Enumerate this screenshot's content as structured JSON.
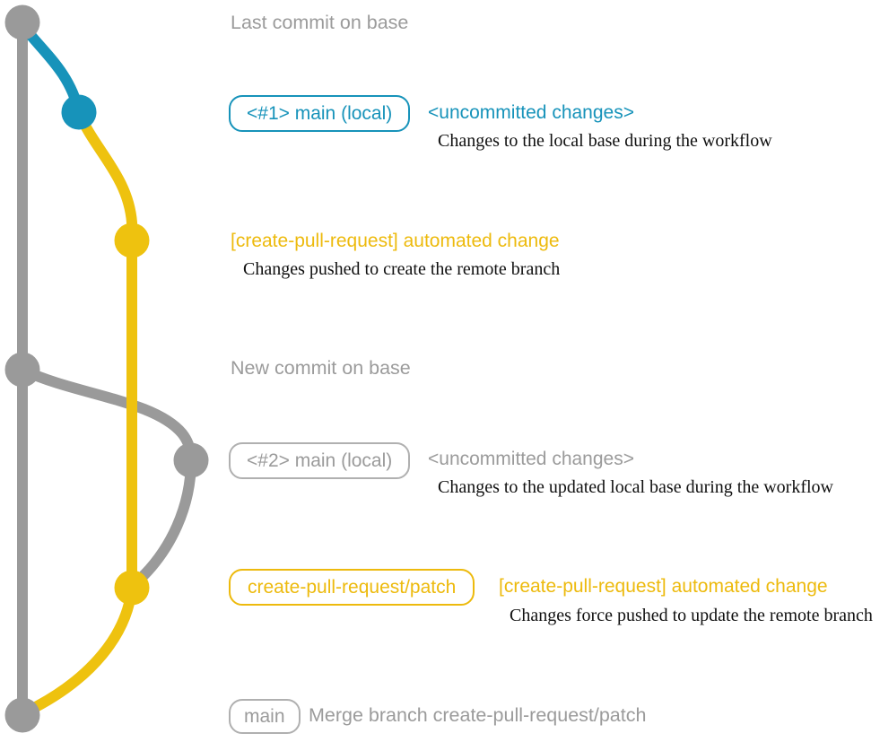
{
  "graph": {
    "colors": {
      "base_branch": "#9a9a9a",
      "local_branch": "#1793ba",
      "remote_branch": "#eec20f"
    }
  },
  "labels": {
    "last_commit": "Last commit on base",
    "new_commit": "New commit on base"
  },
  "rows": {
    "r1": {
      "badge": "<#1> main (local)",
      "status": "<uncommitted changes>",
      "note": "Changes to the local base during the workflow"
    },
    "r2": {
      "heading": "[create-pull-request] automated change",
      "note": "Changes pushed to create the remote branch"
    },
    "r3": {
      "badge": "<#2> main (local)",
      "status": "<uncommitted changes>",
      "note": "Changes to the updated local base during the workflow"
    },
    "r4": {
      "badge": "create-pull-request/patch",
      "heading": "[create-pull-request] automated change",
      "note": "Changes force pushed to update the remote branch"
    },
    "r5": {
      "badge": "main",
      "message": "Merge branch create-pull-request/patch"
    }
  }
}
